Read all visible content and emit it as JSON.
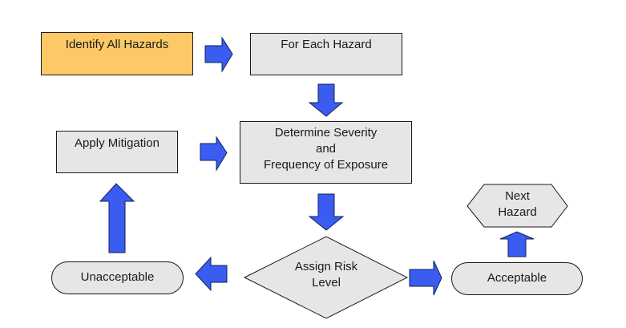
{
  "diagram": {
    "colors": {
      "start_fill": "#fdc866",
      "box_fill": "#e6e6e6",
      "arrow_fill": "#3a5cf0",
      "outline": "#1a1a1a"
    },
    "nodes": {
      "identify": {
        "label": "Identify All Hazards"
      },
      "for_each": {
        "label": "For Each Hazard"
      },
      "determine": {
        "line1": "Determine Severity",
        "line2": "and",
        "line3": "Frequency of Exposure"
      },
      "mitigation": {
        "label": "Apply Mitigation"
      },
      "assign": {
        "line1": "Assign Risk",
        "line2": "Level"
      },
      "unacceptable": {
        "label": "Unacceptable"
      },
      "acceptable": {
        "label": "Acceptable"
      },
      "next": {
        "line1": "Next",
        "line2": "Hazard"
      }
    },
    "edges": [
      {
        "from": "Identify All Hazards",
        "to": "For Each Hazard"
      },
      {
        "from": "For Each Hazard",
        "to": "Determine Severity and Frequency of Exposure"
      },
      {
        "from": "Determine Severity and Frequency of Exposure",
        "to": "Assign Risk Level"
      },
      {
        "from": "Assign Risk Level",
        "to": "Unacceptable"
      },
      {
        "from": "Assign Risk Level",
        "to": "Acceptable"
      },
      {
        "from": "Unacceptable",
        "to": "Apply Mitigation"
      },
      {
        "from": "Apply Mitigation",
        "to": "Determine Severity and Frequency of Exposure"
      },
      {
        "from": "Acceptable",
        "to": "Next Hazard"
      }
    ]
  }
}
